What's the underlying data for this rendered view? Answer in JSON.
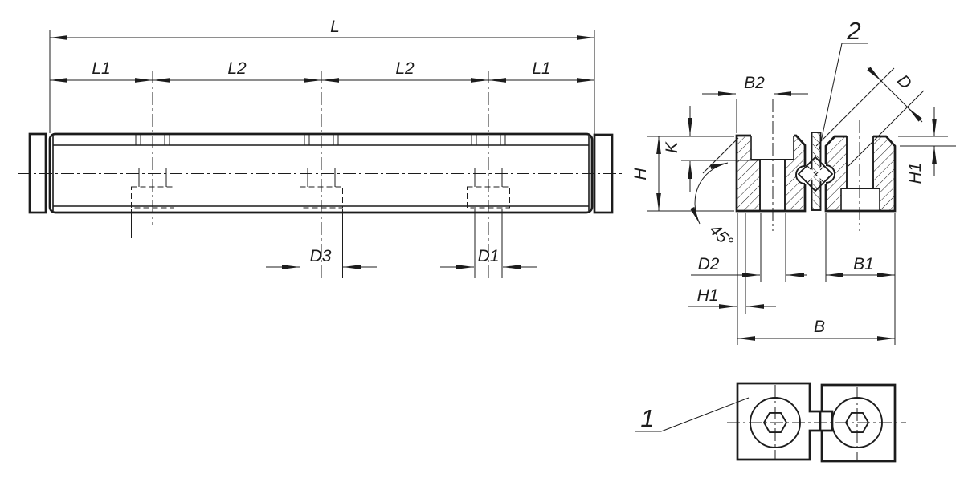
{
  "front_view": {
    "length_label": "L",
    "end_spacing_label": "L1",
    "pitch_label": "L2",
    "counterbore_dia_label": "D3",
    "hole_dia_label": "D1"
  },
  "section_view": {
    "edge_to_axis_label": "B2",
    "ball_dia_label": "D",
    "counterbore_depth_label": "K",
    "height_label": "H",
    "step_height_label": "H1",
    "angle_label": "45°",
    "bore_dia_label": "D2",
    "block_width_label": "B1",
    "total_width_label": "B",
    "part2_label": "2"
  },
  "top_view": {
    "part1_label": "1"
  },
  "colors": {
    "line": "#1c1c1c",
    "background": "#ffffff"
  }
}
